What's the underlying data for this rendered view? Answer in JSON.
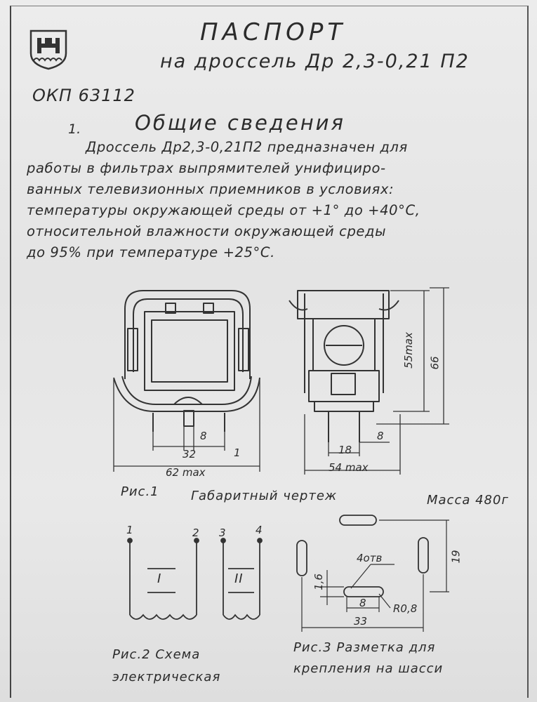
{
  "document": {
    "title": "ПАСПОРТ",
    "subtitle": "на дроссель  Др 2,3-0,21 П2",
    "okp": "ОКП 63112",
    "section_number": "1.",
    "section_title": "Общие  сведения",
    "paragraph_lines": [
      "Дроссель Др2,3-0,21П2  предназначен для",
      "работы в фильтрах выпрямителей унифициро-",
      "ванных телевизионных приемников в условиях:",
      "температуры окружающей среды от +1° до +40°С,",
      "относительной влажности окружающей среды",
      "до 95% при температуре +25°С."
    ]
  },
  "figure1": {
    "caption": "Рис.1",
    "label": "Габаритный  чертеж",
    "mass": "Масса 480г",
    "left_dims": {
      "d8": "8",
      "d32": "32",
      "d1": "1",
      "d62": "62 max"
    },
    "right_dims": {
      "d8": "8",
      "d18": "18",
      "d54": "54 max",
      "d55": "55max",
      "d66": "66"
    }
  },
  "figure2": {
    "caption_line1": "Рис.2 Схема",
    "caption_line2": "электрическая",
    "pins": [
      "1",
      "2",
      "3",
      "4"
    ],
    "winding1": "I",
    "winding2": "II"
  },
  "figure3": {
    "caption_line1": "Рис.3 Разметка для",
    "caption_line2": "крепления на шасси",
    "dims": {
      "d19": "19",
      "d16": "1,6",
      "holes": "4отв",
      "d8": "8",
      "d33": "33",
      "r08": "R0,8"
    }
  }
}
